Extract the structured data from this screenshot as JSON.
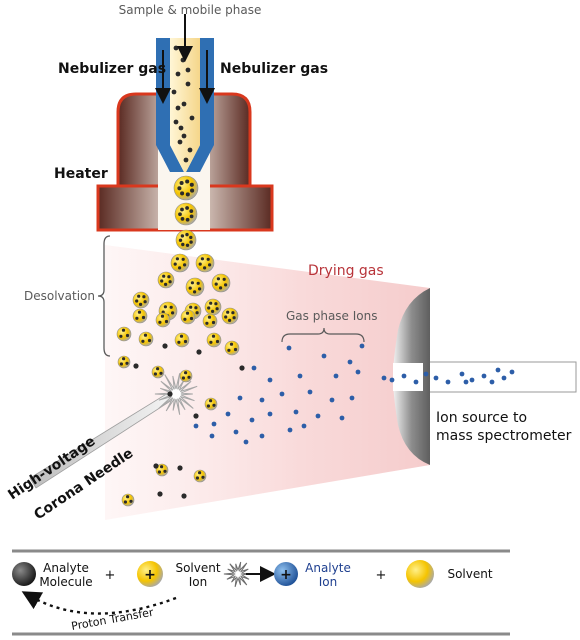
{
  "labels": {
    "sample_phase": "Sample & mobile phase",
    "nebulizer_left": "Nebulizer gas",
    "nebulizer_right": "Nebulizer gas",
    "heater": "Heater",
    "desolvation": "Desolvation",
    "drying_gas": "Drying gas",
    "gas_phase_ions": "Gas phase Ions",
    "ion_source_line1": "Ion source to",
    "ion_source_line2": "mass spectrometer",
    "needle_line1": "High-voltage",
    "needle_line2": "Corona Needle"
  },
  "legend": {
    "analyte_molecule_1": "Analyte",
    "analyte_molecule_2": "Molecule",
    "plus": "+",
    "solvent_ion_1": "Solvent",
    "solvent_ion_2": "Ion",
    "analyte_ion_1": "Analyte",
    "analyte_ion_2": "Ion",
    "solvent": "Solvent",
    "proton_transfer": "Proton Transfer"
  },
  "colors": {
    "needle_blue": "#2f6fb3",
    "heater_red": "#d9381e",
    "droplet_yellow": "#f5c400",
    "ion_blue": "#2d5ea8",
    "drying_pink": "#f8d8d8",
    "analyte_dark": "#2a2a2a"
  }
}
